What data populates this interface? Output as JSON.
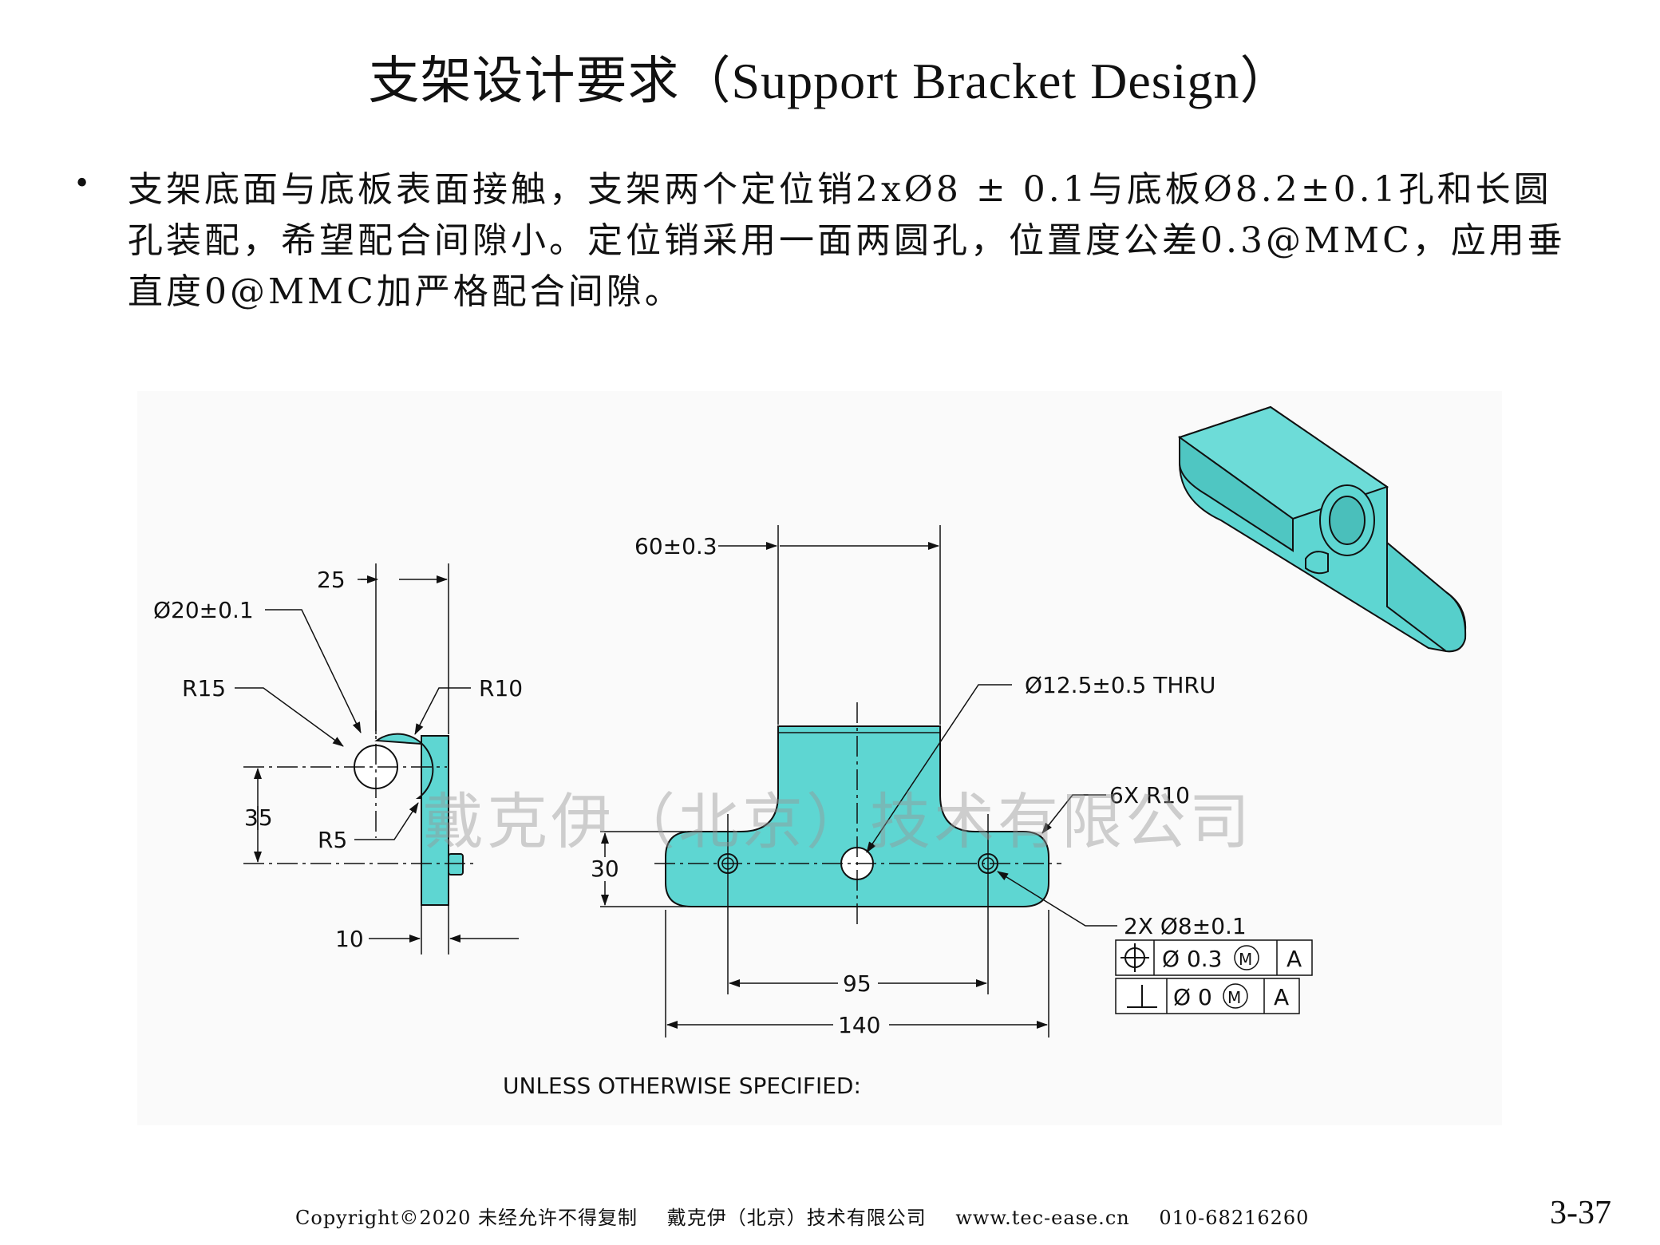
{
  "title": "支架设计要求（Support Bracket Design）",
  "bullet_symbol": "•",
  "paragraph": "支架底面与底板表面接触，支架两个定位销2xØ8 ± 0.1与底板Ø8.2±0.1孔和长圆孔装配，希望配合间隙小。定位销采用一面两圆孔，位置度公差0.3@MMC，应用垂直度0@MMC加严格配合间隙。",
  "drawing": {
    "fill_color": "#5ed6d2",
    "side_view": {
      "dim_25": "25",
      "dim_dia20": "Ø20±0.1",
      "dim_r15": "R15",
      "dim_r10": "R10",
      "dim_35": "35",
      "dim_r5": "R5",
      "dim_10": "10"
    },
    "front_view": {
      "dim_60": "60±0.3",
      "dim_hole": "Ø12.5±0.5 THRU",
      "dim_6xr10": "6X R10",
      "dim_30": "30",
      "dim_2x": "2X  Ø8±0.1",
      "dim_95": "95",
      "dim_140": "140",
      "fcf1_symbol": "position-icon",
      "fcf1_tol": "Ø 0.3",
      "fcf1_mod": "M",
      "fcf1_datum": "A",
      "fcf2_symbol": "perpendicularity-icon",
      "fcf2_tol": "Ø 0",
      "fcf2_mod": "M",
      "fcf2_datum": "A"
    },
    "note": "UNLESS OTHERWISE SPECIFIED:"
  },
  "watermark": "戴克伊（北京）技术有限公司",
  "footer": {
    "copyright": "Copyright©2020 未经允许不得复制",
    "company": "戴克伊（北京）技术有限公司",
    "website": "www.tec-ease.cn",
    "phone": "010-68216260"
  },
  "page_number": "3-37"
}
